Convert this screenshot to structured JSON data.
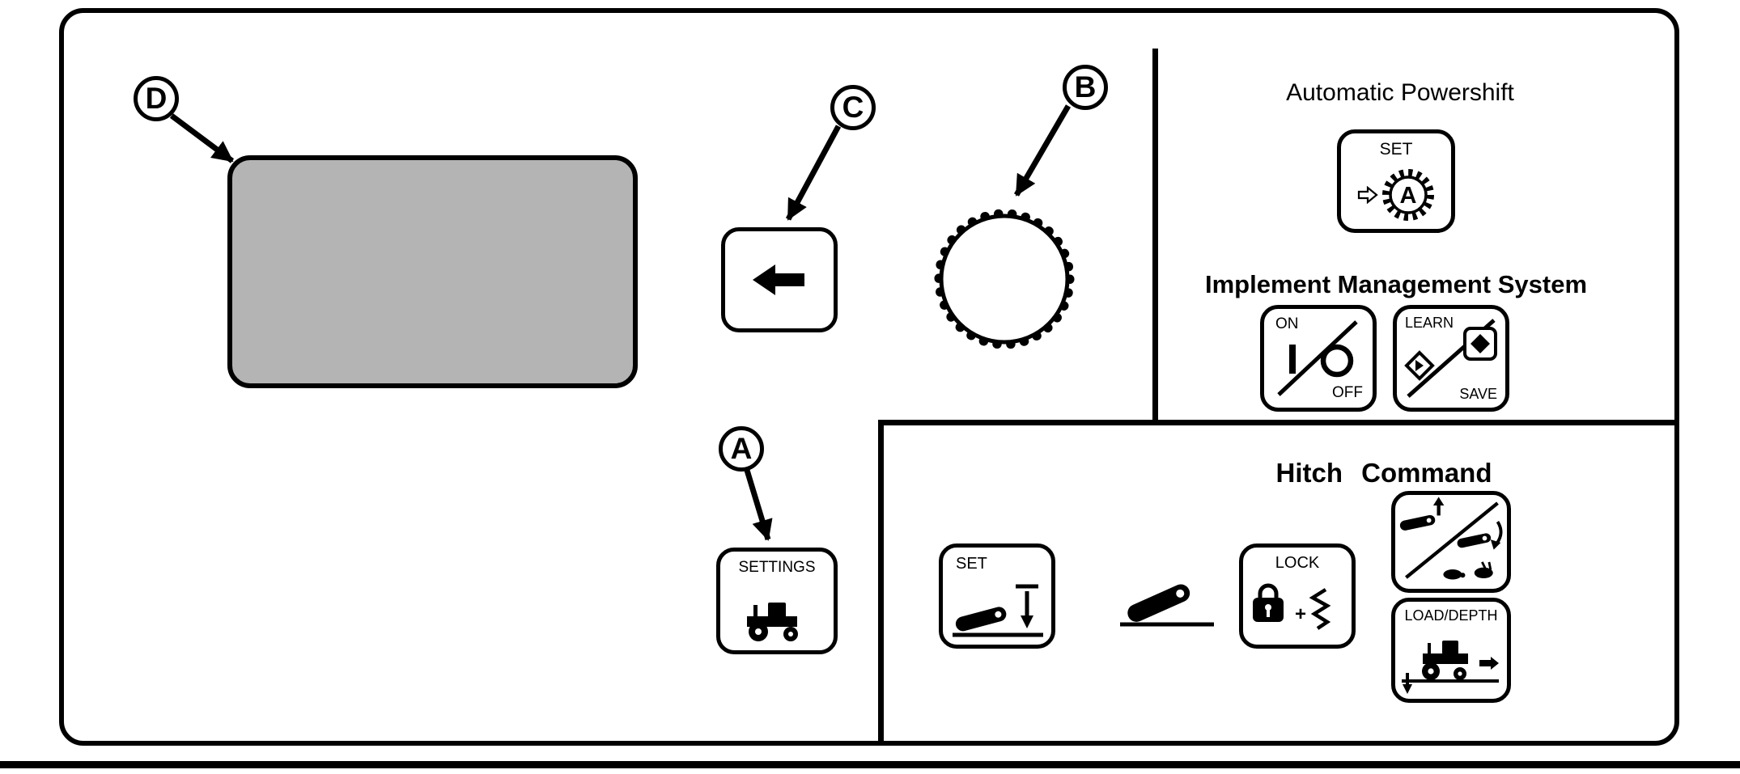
{
  "panel": {
    "callouts": {
      "a": "A",
      "b": "B",
      "c": "C",
      "d": "D"
    },
    "automatic_powershift": {
      "title": "Automatic Powershift",
      "set_button": {
        "label": "SET",
        "gear_letter": "A"
      }
    },
    "implement_management_system": {
      "title": "Implement Management System",
      "on_off_button": {
        "on": "ON",
        "off": "OFF"
      },
      "learn_save_button": {
        "learn": "LEARN",
        "save": "SAVE"
      }
    },
    "hitch_command": {
      "title": "Hitch Command",
      "set_button": {
        "label": "SET"
      },
      "lock_button": {
        "label": "LOCK",
        "plus": "+"
      },
      "load_depth_button": {
        "label": "LOAD/DEPTH"
      }
    },
    "settings_button": {
      "label": "SETTINGS"
    },
    "icons": {
      "back_button": "left-arrow",
      "aps_set_button": "right-arrow-into-gear-A",
      "on_off_button": "power-bar-circle-slash",
      "learn_save_button": "diamond-arrows-slash",
      "settings_button": "tractor",
      "hitch_set_button": "hitch-arm-lower-to-stop",
      "hitch_arm_symbol": "hitch-arm-over-ground",
      "lock_button": "padlock-plus-vibration",
      "raise_lower_button": "hitch-raise-slash-lower-turtle-rabbit",
      "load_depth_button": "tractor-draft-arrows",
      "rotary_dial": "knurled-knob",
      "display": "blank-screen"
    },
    "colors": {
      "background": "#ffffff",
      "line": "#000000",
      "screen_fill": "#b4b4b4"
    }
  }
}
